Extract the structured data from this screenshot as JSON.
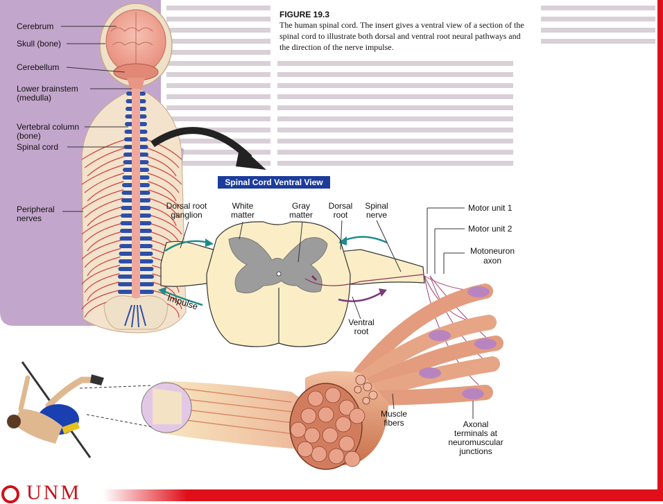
{
  "figure": {
    "number": "FIGURE 19.3",
    "caption": "The human spinal cord. The insert gives a ventral view of a section of the spinal cord to illustrate both dorsal and ventral root neural pathways and the direction of the nerve impulse."
  },
  "body_labels": {
    "cerebrum": "Cerebrum",
    "skull": "Skull (bone)",
    "cerebellum": "Cerebellum",
    "brainstem_1": "Lower brainstem",
    "brainstem_2": "(medulla)",
    "vertebral_1": "Vertebral column",
    "vertebral_2": "(bone)",
    "spinal_cord": "Spinal cord",
    "peripheral_1": "Peripheral",
    "peripheral_2": "nerves"
  },
  "insert": {
    "title": "Spinal Cord Ventral View",
    "dorsal_ganglion_1": "Dorsal root",
    "dorsal_ganglion_2": "ganglion",
    "white_1": "White",
    "white_2": "matter",
    "gray_1": "Gray",
    "gray_2": "matter",
    "dorsal_root_1": "Dorsal",
    "dorsal_root_2": "root",
    "spinal_nerve_1": "Spinal",
    "spinal_nerve_2": "nerve",
    "impulse": "Impulse",
    "ventral_1": "Ventral",
    "ventral_2": "root"
  },
  "muscle_labels": {
    "motor_unit_1": "Motor unit 1",
    "motor_unit_2": "Motor unit 2",
    "motoneuron_1": "Motoneuron",
    "motoneuron_2": "axon",
    "fibers_1": "Muscle",
    "fibers_2": "fibers",
    "axonal_1": "Axonal",
    "axonal_2": "terminals at",
    "axonal_3": "neuromuscular",
    "axonal_4": "junctions"
  },
  "logo": {
    "text": "UNM"
  },
  "colors": {
    "accent_red": "#e0101a",
    "insert_title_bg": "#1c3c9c",
    "background_purple": "#c3a6cc",
    "muscle": "#e8a884",
    "gray_matter": "#9c9c9c",
    "spinal_cord": "#f1a89c",
    "nerve_blue": "#2e4fa6",
    "peripheral_nerves": "#d0403a",
    "arrow_teal": "#1b8c8c"
  }
}
